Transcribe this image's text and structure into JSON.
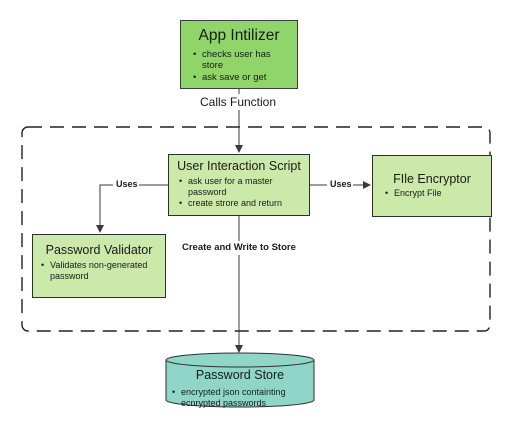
{
  "colors": {
    "primary_node": "#8fd56a",
    "secondary_node": "#cbe9a9",
    "store_node": "#8fd6c8",
    "line": "#3a3a3a"
  },
  "nodes": {
    "app_initializer": {
      "title": "App Intilizer",
      "bullets": [
        "checks user has store",
        "ask save or get"
      ]
    },
    "user_interaction": {
      "title": "User Interaction Script",
      "bullets": [
        "ask user for a master password",
        "create strore and return"
      ]
    },
    "file_encryptor": {
      "title": "FIle Encryptor",
      "bullets": [
        "Encrypt File"
      ]
    },
    "password_validator": {
      "title": "Password Validator",
      "bullets": [
        "Validates non-generated password"
      ]
    },
    "password_store": {
      "title": "Password Store",
      "bullets": [
        "encrypted json containting ecnrypted passwords"
      ]
    }
  },
  "edges": {
    "calls_function": "Calls Function",
    "uses_left": "Uses",
    "uses_right": "Uses",
    "create_and_write": "Create and Write to Store"
  }
}
